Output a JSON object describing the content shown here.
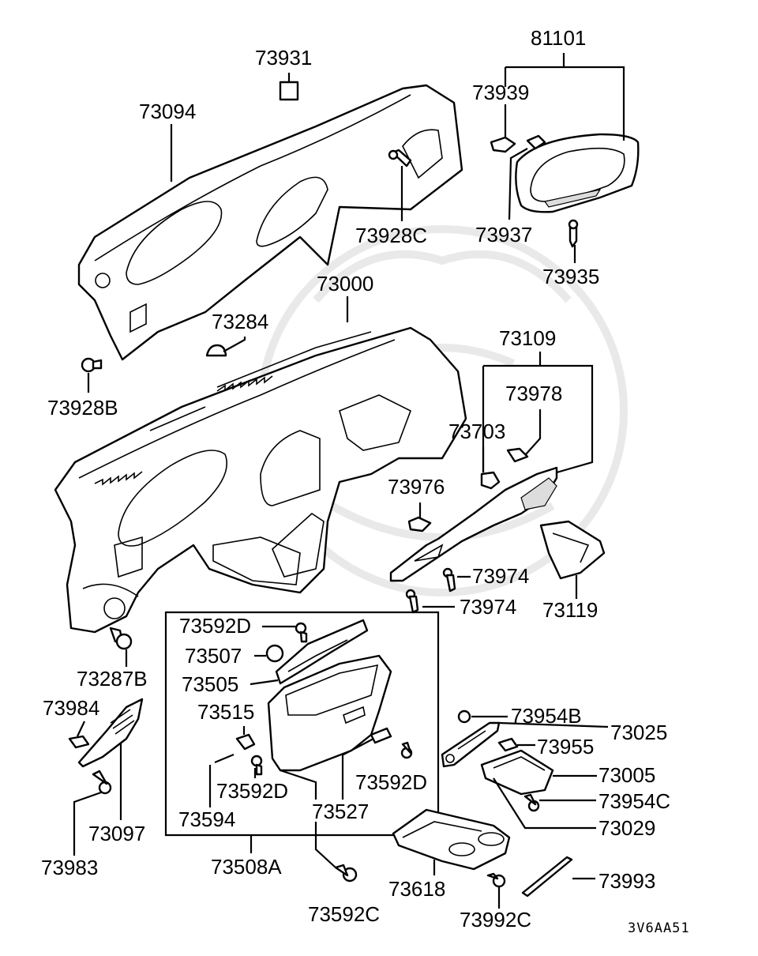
{
  "diagram": {
    "code": "3V6AA51",
    "parts": [
      {
        "id": "p81101",
        "label": "81101"
      },
      {
        "id": "p73931",
        "label": "73931"
      },
      {
        "id": "p73094",
        "label": "73094"
      },
      {
        "id": "p73939",
        "label": "73939"
      },
      {
        "id": "p73928C",
        "label": "73928C"
      },
      {
        "id": "p73937",
        "label": "73937"
      },
      {
        "id": "p73935",
        "label": "73935"
      },
      {
        "id": "p73000",
        "label": "73000"
      },
      {
        "id": "p73284",
        "label": "73284"
      },
      {
        "id": "p73109",
        "label": "73109"
      },
      {
        "id": "p73928B",
        "label": "73928B"
      },
      {
        "id": "p73978",
        "label": "73978"
      },
      {
        "id": "p73703",
        "label": "73703"
      },
      {
        "id": "p73976",
        "label": "73976"
      },
      {
        "id": "p73974a",
        "label": "73974"
      },
      {
        "id": "p73974b",
        "label": "73974"
      },
      {
        "id": "p73119",
        "label": "73119"
      },
      {
        "id": "p73592D1",
        "label": "73592D"
      },
      {
        "id": "p73507",
        "label": "73507"
      },
      {
        "id": "p73287B",
        "label": "73287B"
      },
      {
        "id": "p73505",
        "label": "73505"
      },
      {
        "id": "p73984",
        "label": "73984"
      },
      {
        "id": "p73515",
        "label": "73515"
      },
      {
        "id": "p73954B",
        "label": "73954B"
      },
      {
        "id": "p73025",
        "label": "73025"
      },
      {
        "id": "p73955",
        "label": "73955"
      },
      {
        "id": "p73592D2",
        "label": "73592D"
      },
      {
        "id": "p73005",
        "label": "73005"
      },
      {
        "id": "p73592D3",
        "label": "73592D"
      },
      {
        "id": "p73954C",
        "label": "73954C"
      },
      {
        "id": "p73594",
        "label": "73594"
      },
      {
        "id": "p73527",
        "label": "73527"
      },
      {
        "id": "p73029",
        "label": "73029"
      },
      {
        "id": "p73097",
        "label": "73097"
      },
      {
        "id": "p73983",
        "label": "73983"
      },
      {
        "id": "p73508A",
        "label": "73508A"
      },
      {
        "id": "p73993",
        "label": "73993"
      },
      {
        "id": "p73618",
        "label": "73618"
      },
      {
        "id": "p73592C",
        "label": "73592C"
      },
      {
        "id": "p73992C",
        "label": "73992C"
      }
    ]
  }
}
